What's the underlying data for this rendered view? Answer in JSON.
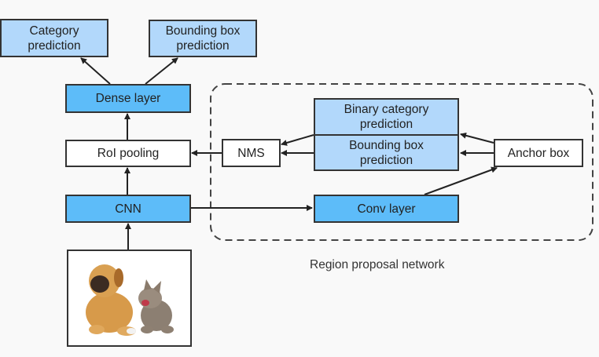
{
  "diagram": {
    "title": "Faster R-CNN architecture",
    "nodes": {
      "category_prediction": "Category\nprediction",
      "bbox_prediction_top": "Bounding box\nprediction",
      "dense_layer": "Dense layer",
      "roi_pooling": "RoI pooling",
      "cnn": "CNN",
      "nms": "NMS",
      "binary_category_prediction": "Binary category\nprediction",
      "bbox_prediction_rpn": "Bounding box\nprediction",
      "anchor_box": "Anchor box",
      "conv_layer": "Conv layer"
    },
    "group_label": "Region proposal network",
    "input_image": "puppy-and-kitten-photo",
    "edges": [
      [
        "dense_layer",
        "category_prediction"
      ],
      [
        "dense_layer",
        "bbox_prediction_top"
      ],
      [
        "roi_pooling",
        "dense_layer"
      ],
      [
        "cnn",
        "roi_pooling"
      ],
      [
        "input_image",
        "cnn"
      ],
      [
        "cnn",
        "conv_layer"
      ],
      [
        "conv_layer",
        "anchor_box"
      ],
      [
        "anchor_box",
        "binary_category_prediction"
      ],
      [
        "anchor_box",
        "bbox_prediction_rpn"
      ],
      [
        "binary_category_prediction",
        "nms"
      ],
      [
        "bbox_prediction_rpn",
        "nms"
      ],
      [
        "nms",
        "roi_pooling"
      ]
    ],
    "colors": {
      "background": "#f9f9f9",
      "light_blue": "#b2d8fb",
      "medium_blue": "#5dbcf9",
      "border": "#333333"
    }
  }
}
